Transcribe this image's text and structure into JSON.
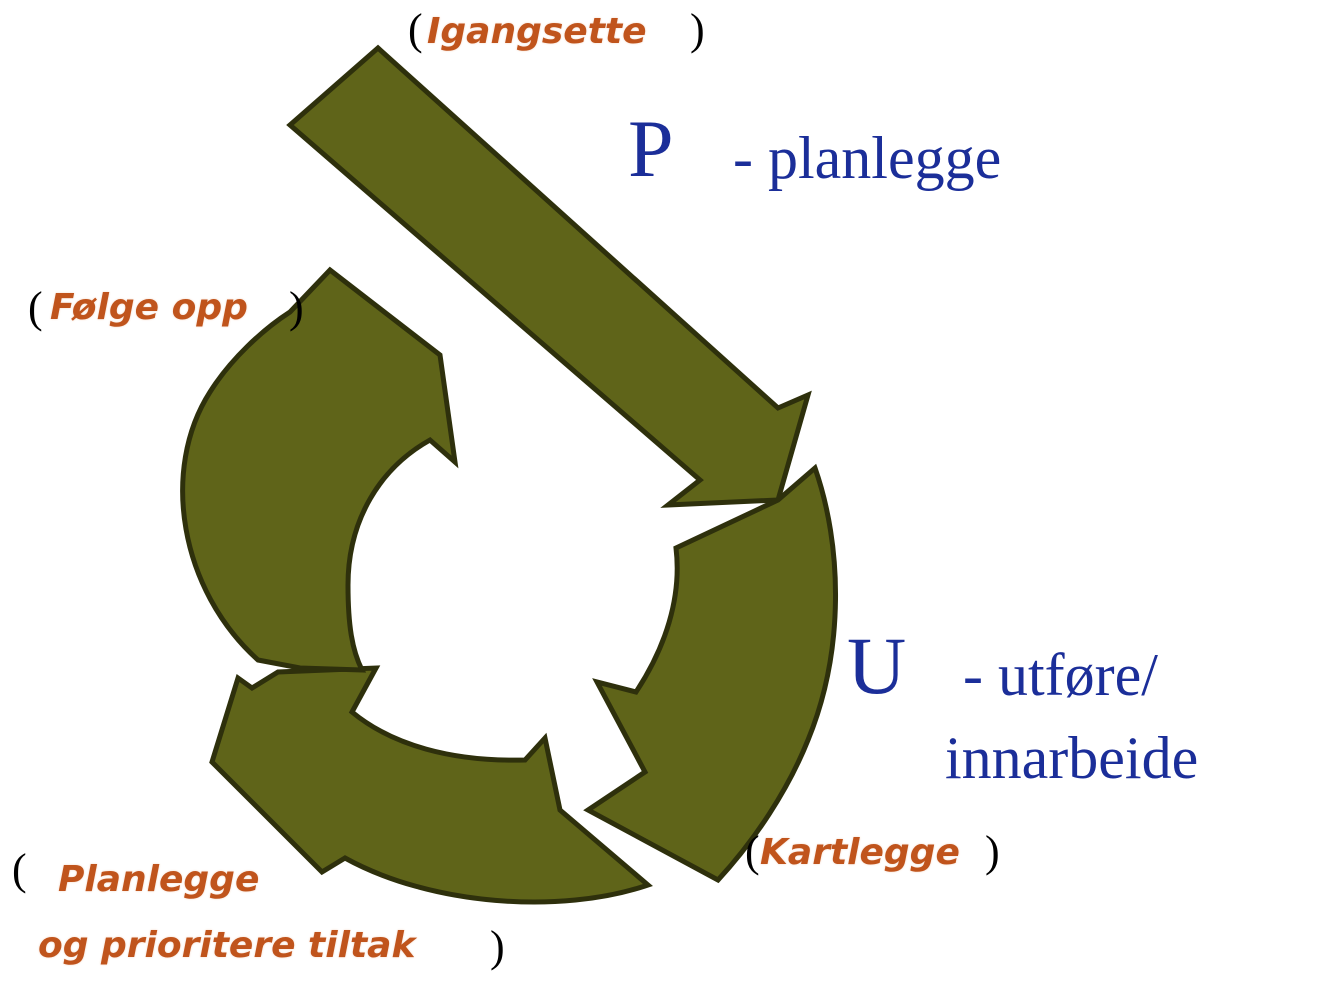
{
  "colors": {
    "arrow_fill": "#5f6419",
    "arrow_stroke": "#2e300c",
    "phase_label": "#c0541c",
    "pdca_text": "#1b2e99",
    "parentheses": "#000000"
  },
  "phases": {
    "igangsette": "Igangsette",
    "kartlegge": "Kartlegge",
    "planlegge_line1": "Planlegge",
    "planlegge_line2": "og prioritere tiltak",
    "folge_opp": "Følge opp"
  },
  "pdca": {
    "p_letter": "P",
    "p_text": "- planlegge",
    "u_letter": "U",
    "u_text1": "- utføre/",
    "u_text2": "innarbeide"
  },
  "punct": {
    "open": "(",
    "close": ")"
  }
}
